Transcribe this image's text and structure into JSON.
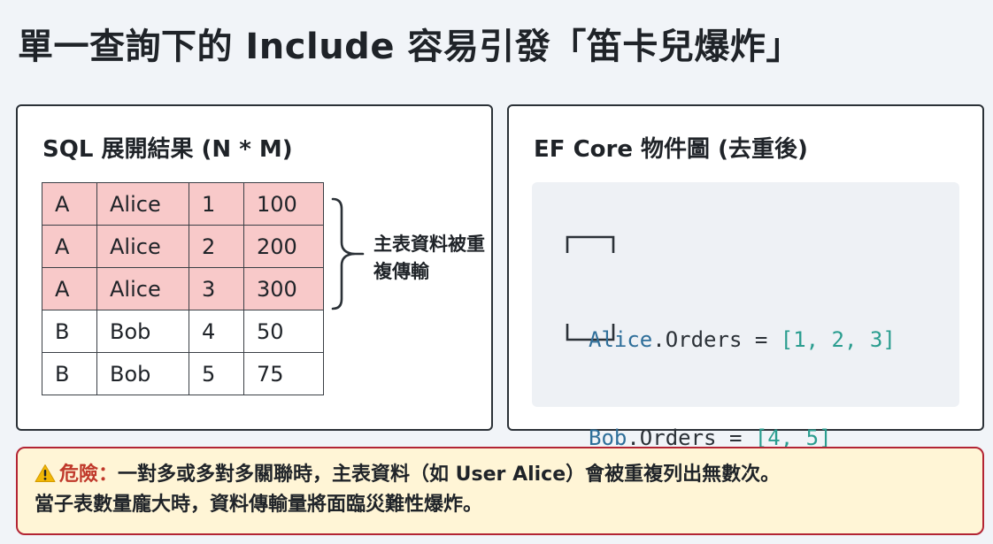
{
  "title": "單一查詢下的 Include 容易引發「笛卡兒爆炸」",
  "left_panel": {
    "title": "SQL 展開結果 (N * M)",
    "rows": [
      [
        "A",
        "Alice",
        "1",
        "100"
      ],
      [
        "A",
        "Alice",
        "2",
        "200"
      ],
      [
        "A",
        "Alice",
        "3",
        "300"
      ],
      [
        "B",
        "Bob",
        "4",
        "50"
      ],
      [
        "B",
        "Bob",
        "5",
        "75"
      ]
    ],
    "brace_note": "主表資料被重複傳輸"
  },
  "right_panel": {
    "title": "EF Core 物件圖 (去重後)",
    "code": {
      "line1": {
        "obj": "Alice",
        "rest": ".Orders = ",
        "value": "[1, 2, 3]"
      },
      "line2": {
        "obj": "Bob",
        "rest": ".Orders = ",
        "value": "[4, 5]"
      }
    }
  },
  "warning": {
    "icon": "warning-icon",
    "label": "危險：",
    "line1": "一對多或多對多關聯時，主表資料（如 User Alice）會被重複列出無數次。",
    "line2": "當子表數量龐大時，資料傳輸量將面臨災難性爆炸。"
  },
  "colors": {
    "duplicate_row": "#f8c9c9",
    "warning_border": "#b32434",
    "warning_bg": "#fff5d6",
    "danger_text": "#c0392b",
    "code_object": "#2f6f9a",
    "code_value": "#2a9d8f"
  }
}
